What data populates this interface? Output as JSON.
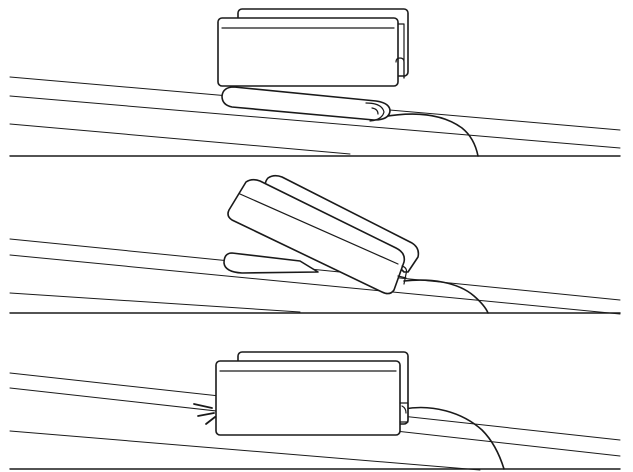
{
  "figure": {
    "panels": [
      {
        "id": "step-1",
        "state": "device-lifted",
        "icon": "magnetic-holder-lifted"
      },
      {
        "id": "step-2",
        "state": "device-tilting-down",
        "icon": "magnetic-holder-tilting"
      },
      {
        "id": "step-3",
        "state": "device-attached",
        "icon": "magnetic-holder-attached-click"
      }
    ],
    "colors": {
      "line": "#1a1a1a",
      "background": "#ffffff"
    }
  }
}
